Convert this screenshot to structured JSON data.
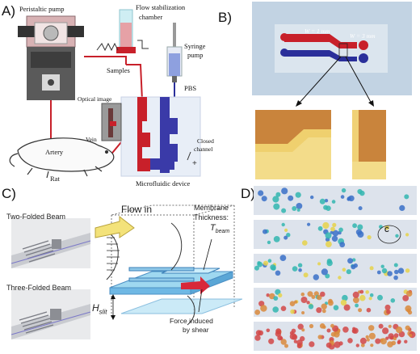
{
  "panels": {
    "a": {
      "letter": "A)",
      "labels": {
        "peristaltic_pump": "Peristaltic pump",
        "flow_stabilization": "Flow stabilization",
        "chamber": "chamber",
        "syringe": "Syringe",
        "pump": "pump",
        "samples": "Samples",
        "pbs": "PBS",
        "optical_image": "Optical image",
        "artery": "Artery",
        "vein": "Vein",
        "rat": "Rat",
        "closed": "Closed",
        "channel": "channel",
        "device": "Microfluidic device"
      }
    },
    "b": {
      "letter": "B)",
      "w1": "W = 1 mm",
      "w2": "W = 3 mm"
    },
    "c": {
      "letter": "C)",
      "two_folded": "Two-Folded Beam",
      "three_folded": "Three-Folded Beam",
      "flow_in": "Flow in",
      "membrane": "Membrane",
      "thickness": "Thickness:",
      "t_beam": "T",
      "t_beam_sub": "beam",
      "h_slit": "H",
      "h_slit_sub": "slit",
      "force1": "Force induced",
      "force2": "by shear"
    },
    "d": {
      "letter": "D)",
      "cluster_label": "C"
    }
  },
  "colors": {
    "red": "#c8202a",
    "blue": "#2a2f9a",
    "device_blue": "#3a3aa8",
    "gold": "#e0b640",
    "orange_cells": "#d98a3c",
    "teal_cells": "#32b6b0",
    "blue_cells": "#3a70c8",
    "yellow_cells": "#e6d24a",
    "red_cells": "#d24848"
  }
}
